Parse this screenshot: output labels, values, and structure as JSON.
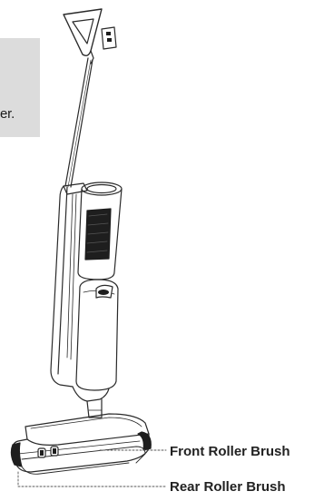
{
  "note": {
    "text_fragment": "er."
  },
  "callouts": {
    "front_roller_brush": "Front Roller Brush",
    "rear_roller_brush": "Rear Roller Brush"
  },
  "colors": {
    "line": "#2a2a2a",
    "dark_fill": "#1e1e1e",
    "panel": "#dcdcdc"
  }
}
